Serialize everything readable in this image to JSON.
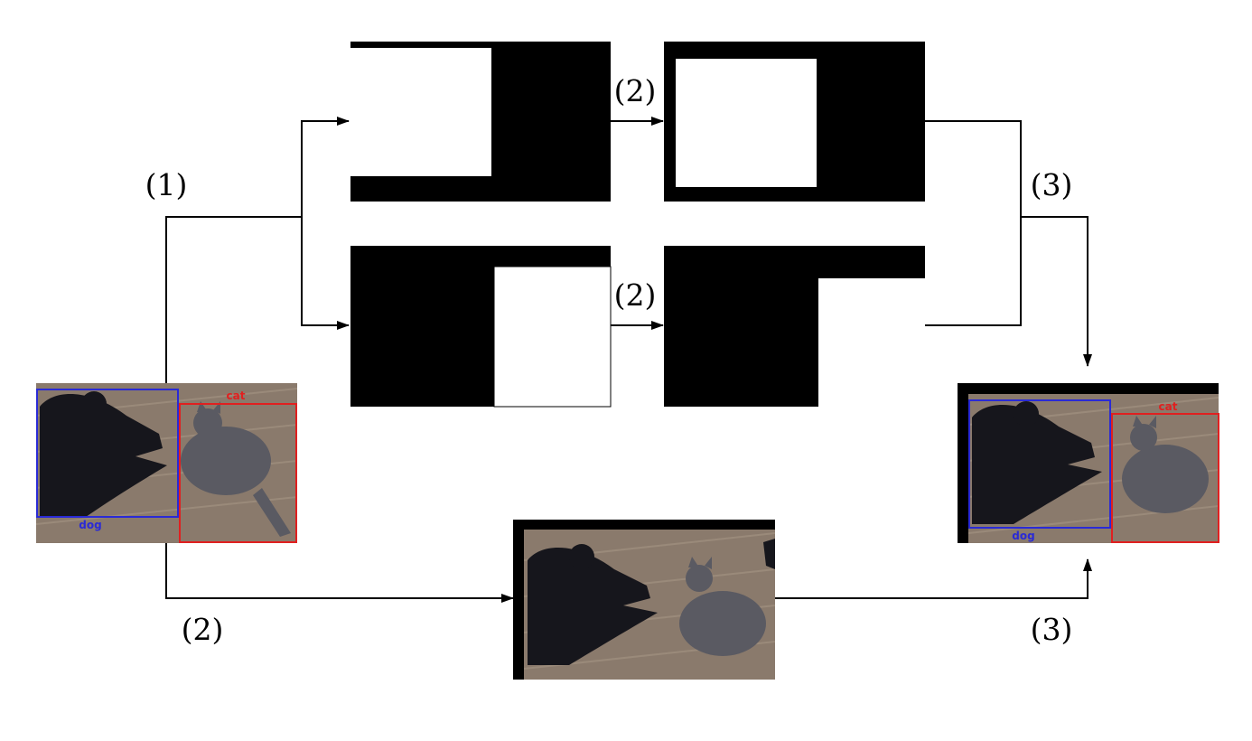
{
  "step_labels": {
    "step1": "(1)",
    "step2_top": "(2)",
    "step2_middle": "(2)",
    "step2_bottom": "(2)",
    "step3_top": "(3)",
    "step3_bottom": "(3)"
  },
  "detections": {
    "dog": "dog",
    "cat": "cat"
  },
  "colors": {
    "dog_box": "#2a2ad6",
    "cat_box": "#e02020",
    "mask_black": "#000000",
    "mask_white": "#ffffff",
    "floor": "#8a7a6c",
    "dog_fur": "#16161c",
    "cat_fur": "#5a5a62"
  },
  "icons": {
    "input": "dog-cat-photo-icon",
    "output": "dog-cat-photo-icon"
  }
}
